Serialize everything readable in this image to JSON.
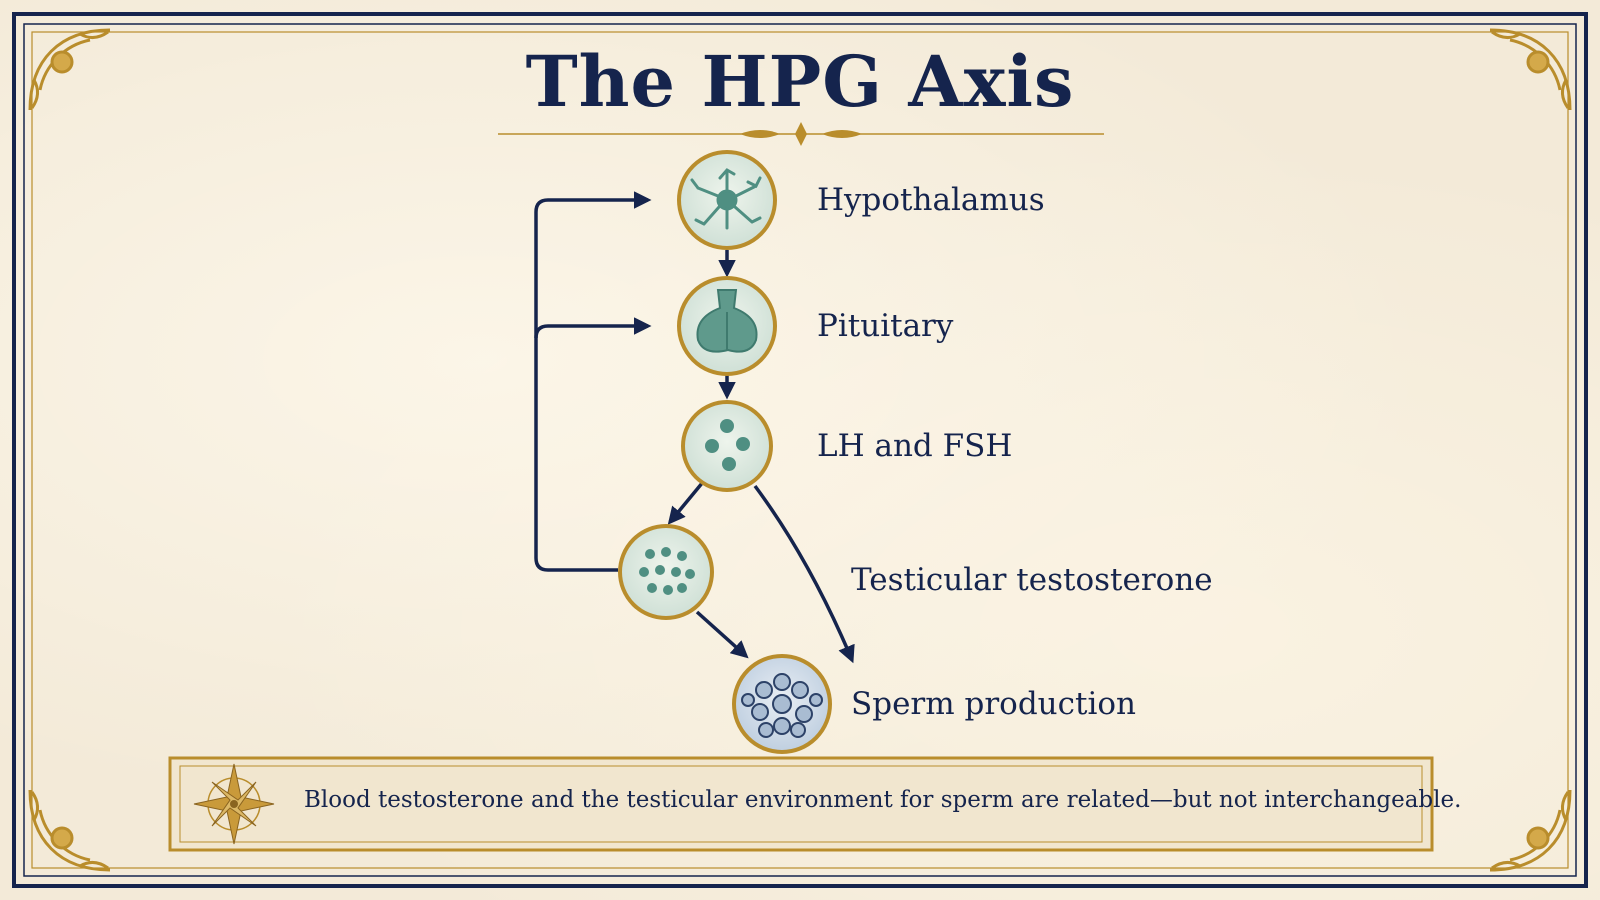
{
  "title": "The HPG Axis",
  "nodes": [
    {
      "id": "hypothalamus",
      "label": "Hypothalamus"
    },
    {
      "id": "pituitary",
      "label": "Pituitary"
    },
    {
      "id": "lh-fsh",
      "label": "LH and FSH"
    },
    {
      "id": "testicular-testosterone",
      "label": "Testicular testosterone"
    },
    {
      "id": "sperm-production",
      "label": "Sperm production"
    }
  ],
  "callout": {
    "text": "Blood testosterone and the testicular environment for sperm are related—but not interchangeable.",
    "icon": "compass-rose-icon"
  },
  "colors": {
    "navy": "#15244d",
    "gold": "#b98d2c",
    "teal": "#4f8f82",
    "parchment": "#f3ead8"
  }
}
